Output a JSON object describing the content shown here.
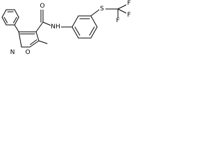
{
  "atoms": {
    "o_carbonyl": "O",
    "nh": "NH",
    "o_ring": "O",
    "n_ring": "N",
    "s": "S",
    "f1": "F",
    "f2": "F",
    "f3": "F"
  }
}
